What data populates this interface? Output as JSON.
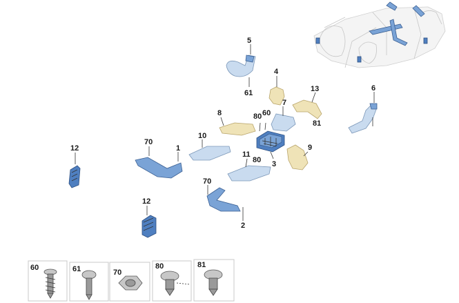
{
  "callouts": [
    {
      "id": "c5",
      "label": "5"
    },
    {
      "id": "c61",
      "label": "61"
    },
    {
      "id": "c4",
      "label": "4"
    },
    {
      "id": "c13",
      "label": "13"
    },
    {
      "id": "c81a",
      "label": "81"
    },
    {
      "id": "c6",
      "label": "6"
    },
    {
      "id": "c8",
      "label": "8"
    },
    {
      "id": "c80a",
      "label": "80"
    },
    {
      "id": "c60a",
      "label": "60"
    },
    {
      "id": "c7",
      "label": "7"
    },
    {
      "id": "c10",
      "label": "10"
    },
    {
      "id": "c70a",
      "label": "70"
    },
    {
      "id": "c1",
      "label": "1"
    },
    {
      "id": "c12a",
      "label": "12"
    },
    {
      "id": "c11",
      "label": "11"
    },
    {
      "id": "c80b",
      "label": "80"
    },
    {
      "id": "c3",
      "label": "3"
    },
    {
      "id": "c9",
      "label": "9"
    },
    {
      "id": "c70b",
      "label": "70"
    },
    {
      "id": "c12b",
      "label": "12"
    },
    {
      "id": "c2",
      "label": "2"
    }
  ],
  "fasteners": [
    {
      "id": "f60",
      "label": "60",
      "icon": "screw-icon"
    },
    {
      "id": "f61",
      "label": "61",
      "icon": "bolt-icon"
    },
    {
      "id": "f70",
      "label": "70",
      "icon": "nut-icon"
    },
    {
      "id": "f80",
      "label": "80",
      "icon": "clip-icon"
    },
    {
      "id": "f81",
      "label": "81",
      "icon": "clip-icon"
    }
  ],
  "colors": {
    "duct_blue": "#7aa3d6",
    "duct_light_blue": "#c9dbef",
    "duct_beige": "#efe3b7",
    "callout_text": "#1a1a1a"
  }
}
